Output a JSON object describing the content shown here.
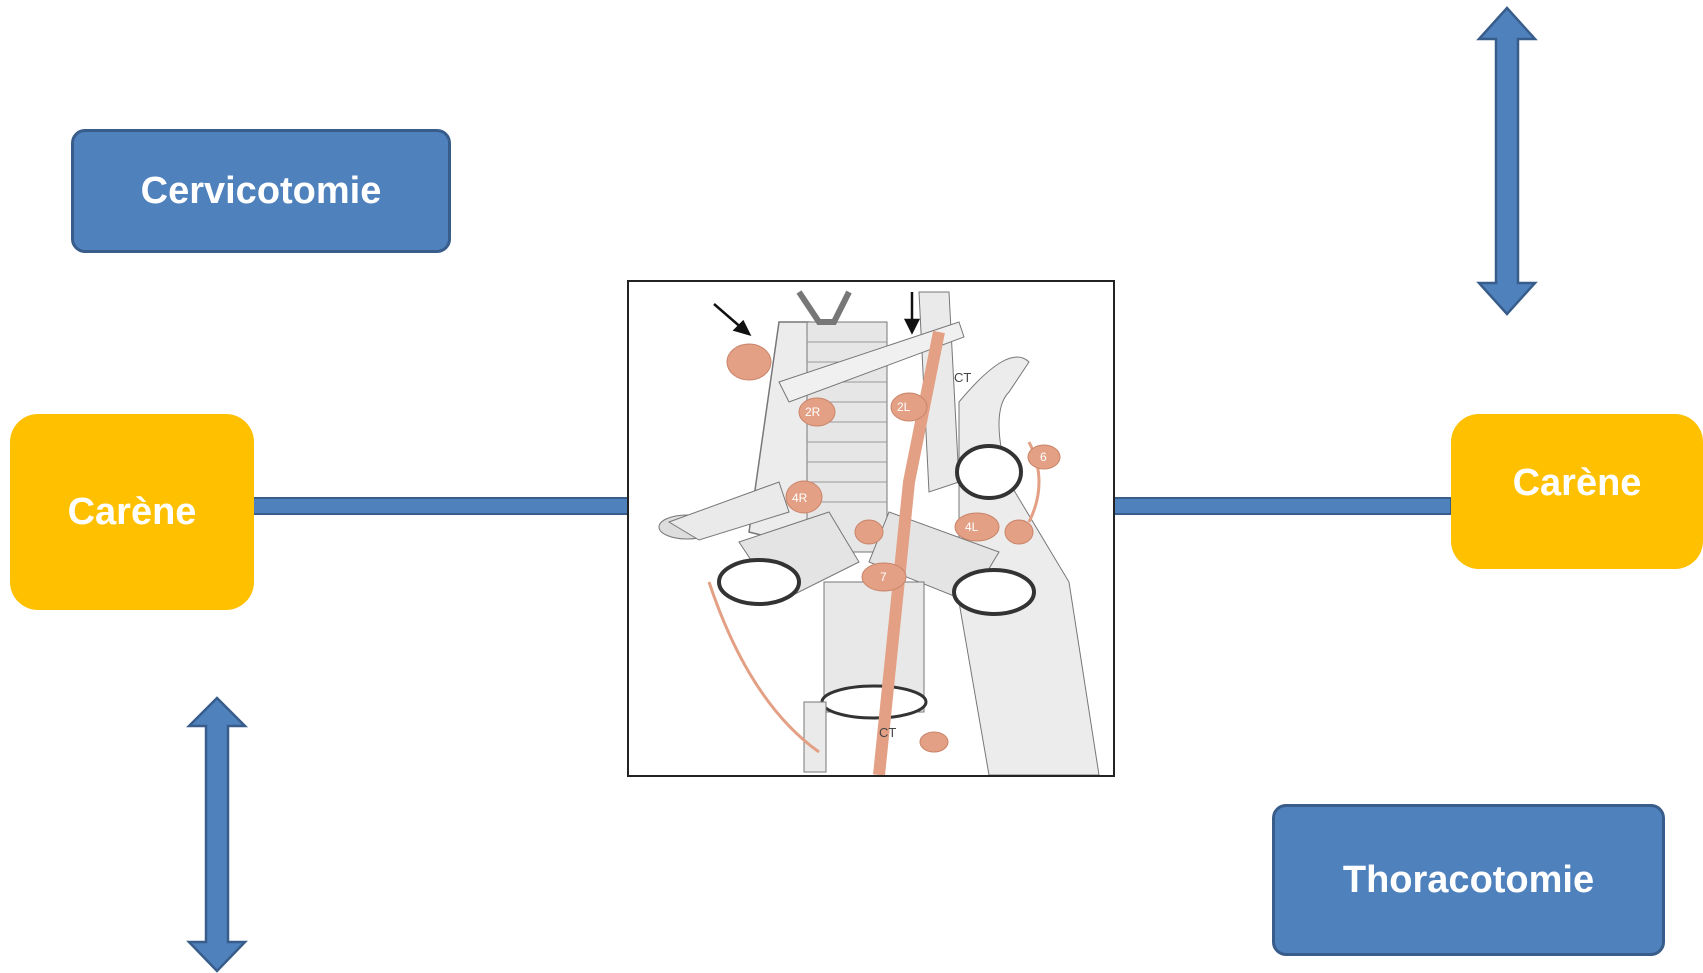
{
  "boxes": {
    "cervicotomie": "Cervicotomie",
    "thoracotomie": "Thoracotomie",
    "carene_left": "Carène",
    "carene_right": "Carène"
  },
  "figure": {
    "node_labels": [
      "2R",
      "2L",
      "4R",
      "4L",
      "6",
      "7"
    ],
    "ct_top": "CT",
    "ct_bottom": "CT"
  },
  "colors": {
    "blue": "#4f81bd",
    "blue_border": "#385d8a",
    "gold": "#ffc000",
    "lymph": "#e3a084"
  }
}
